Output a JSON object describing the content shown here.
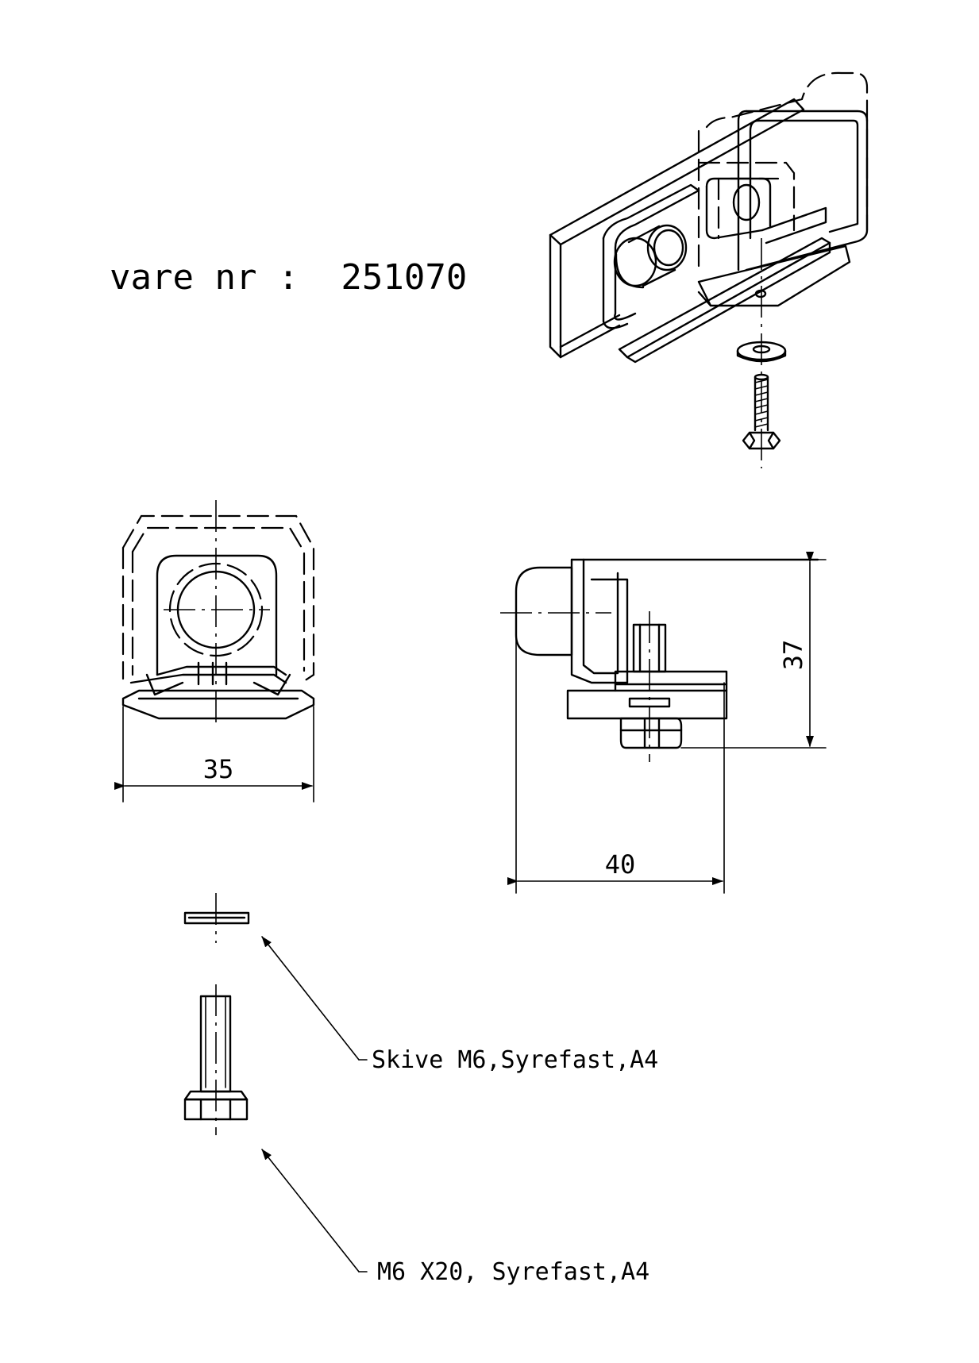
{
  "part_number_text": "vare nr :  251070",
  "dimensions": {
    "width_front": "35",
    "width_side": "40",
    "height_side": "37"
  },
  "callouts": {
    "washer": "Skive M6,Syrefast,A4",
    "bolt": "M6 X20, Syrefast,A4"
  }
}
